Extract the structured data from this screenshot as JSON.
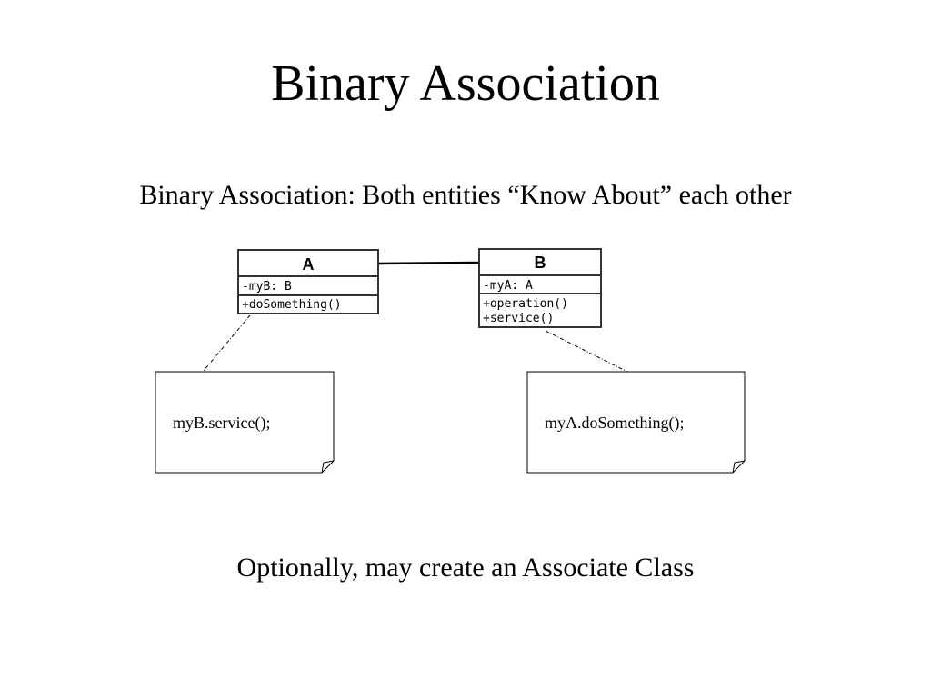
{
  "slide": {
    "title": "Binary Association",
    "subtitle": "Binary Association: Both entities “Know About” each other",
    "footer": "Optionally, may create an Associate Class"
  },
  "diagram": {
    "class_a": {
      "name": "A",
      "attributes": [
        "-myB: B"
      ],
      "operations": [
        "+doSomething()"
      ]
    },
    "class_b": {
      "name": "B",
      "attributes": [
        "-myA: A"
      ],
      "operations": [
        "+operation()",
        "+service()"
      ]
    },
    "note_a": {
      "text": "myB.service();"
    },
    "note_b": {
      "text": "myA.doSomething();"
    }
  }
}
